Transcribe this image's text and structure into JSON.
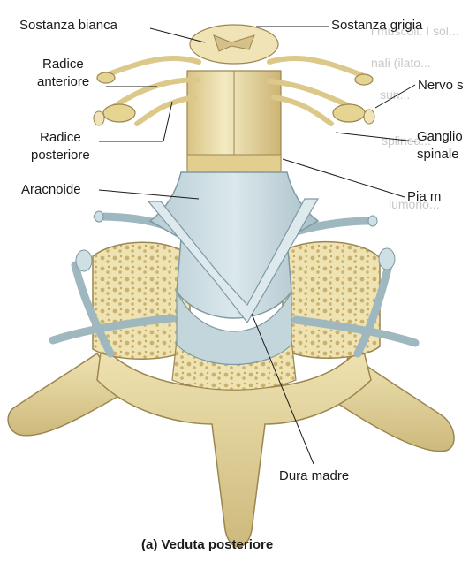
{
  "figure": {
    "caption": "(a) Veduta posteriore",
    "labels": {
      "sostanza_bianca": "Sostanza bianca",
      "sostanza_grigia": "Sostanza grigia",
      "radice_anteriore_1": "Radice",
      "radice_anteriore_2": "anteriore",
      "radice_posteriore_1": "Radice",
      "radice_posteriore_2": "posteriore",
      "aracnoide": "Aracnoide",
      "nervo": "Nervo s",
      "gangli_1": "Ganglio",
      "gangli_2": "spinale",
      "pia": "Pia m",
      "dura_madre": "Dura madre"
    }
  },
  "background_text": {
    "lines": [
      "i muscoli. I sol...",
      "nali (ilato...",
      "sun...",
      "splinea...",
      "iumono..."
    ]
  },
  "colors": {
    "bone": "#e9dca6",
    "bone_dark": "#b9a463",
    "nerve": "#e8d79a",
    "meninx": "#c9dce2",
    "meninx_dark": "#7e9aa2",
    "vessel": "#a9c2c9",
    "paper": "#ffffff"
  }
}
